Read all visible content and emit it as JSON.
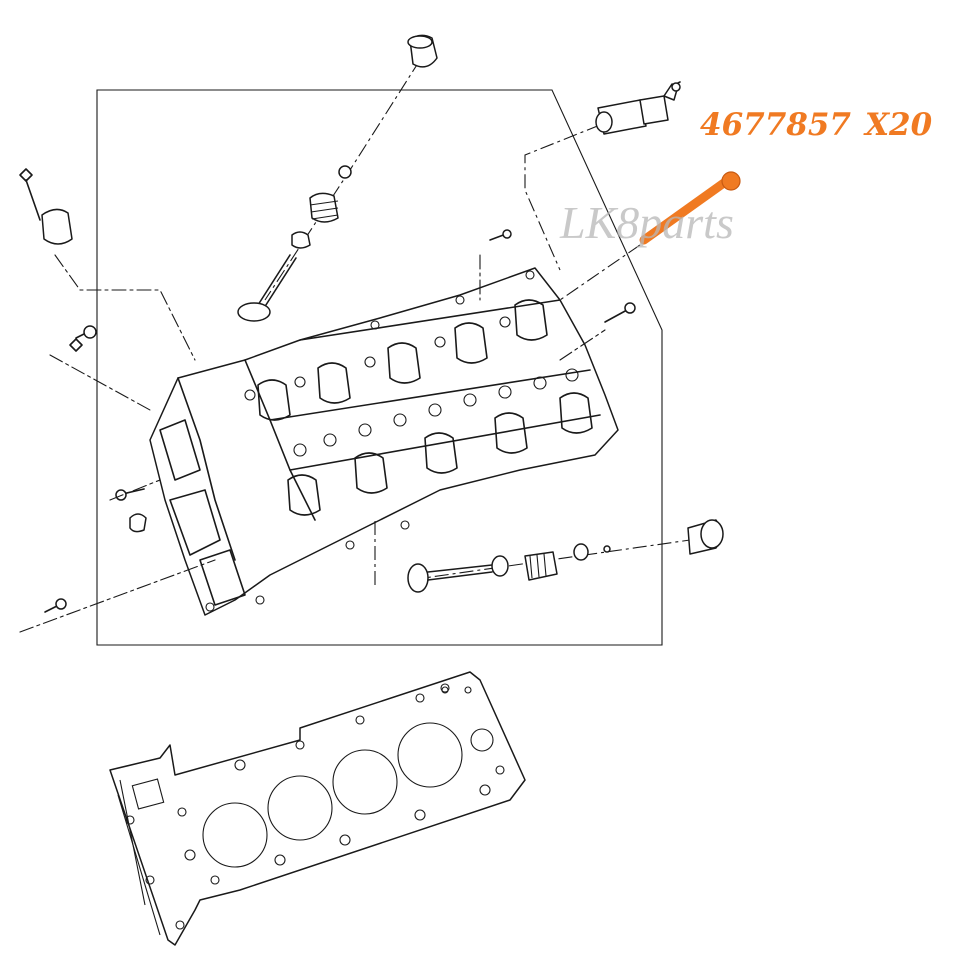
{
  "callout": {
    "part_number": "4677857",
    "quantity": "X20",
    "color": "#f07a22"
  },
  "watermark": {
    "text": "LK8parts",
    "color": "#b8b8b8"
  }
}
